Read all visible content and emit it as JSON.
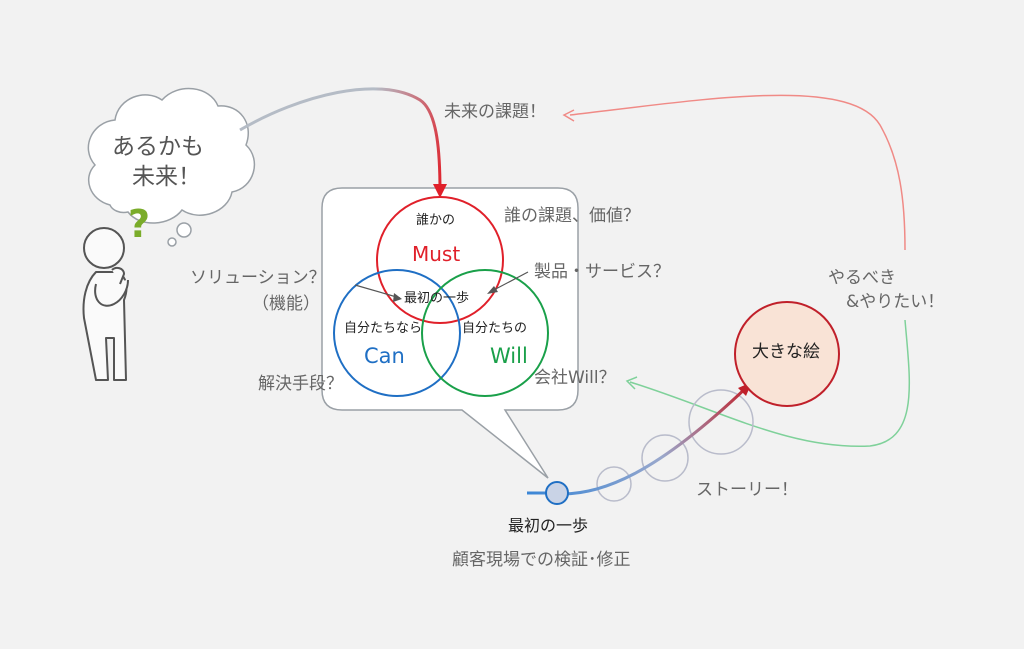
{
  "thought": {
    "line1": "あるかも",
    "line2": "未来！",
    "question_mark": "?"
  },
  "venn": {
    "must": {
      "small": "誰かの",
      "big": "Must"
    },
    "can": {
      "small": "自分たちなら",
      "big": "Can"
    },
    "will": {
      "small": "自分たちの",
      "big": "Will"
    },
    "center": "最初の一歩"
  },
  "annotations": {
    "future_issue": "未来の課題！",
    "someone_issue": "誰の課題、価値？",
    "solution": "ソリューション？",
    "function": "（機能）",
    "product": "製品・サービス？",
    "company_will": "会社Will？",
    "means": "解決手段？",
    "should_want_1": "やるべき",
    "should_want_2": "&やりたい！",
    "story": "ストーリー！",
    "big_picture": "大きな絵",
    "first_step": "最初の一歩",
    "validation": "顧客現場での検証･修正"
  },
  "colors": {
    "must": "#e0202a",
    "can": "#1f6fc4",
    "will": "#1aa04a",
    "big_picture_fill": "#f9e3d6",
    "big_picture_stroke": "#c0202a",
    "future_arrow": "#f08a86",
    "will_arrow": "#7fd19a",
    "gray_arrow": "#b5bcc6"
  }
}
